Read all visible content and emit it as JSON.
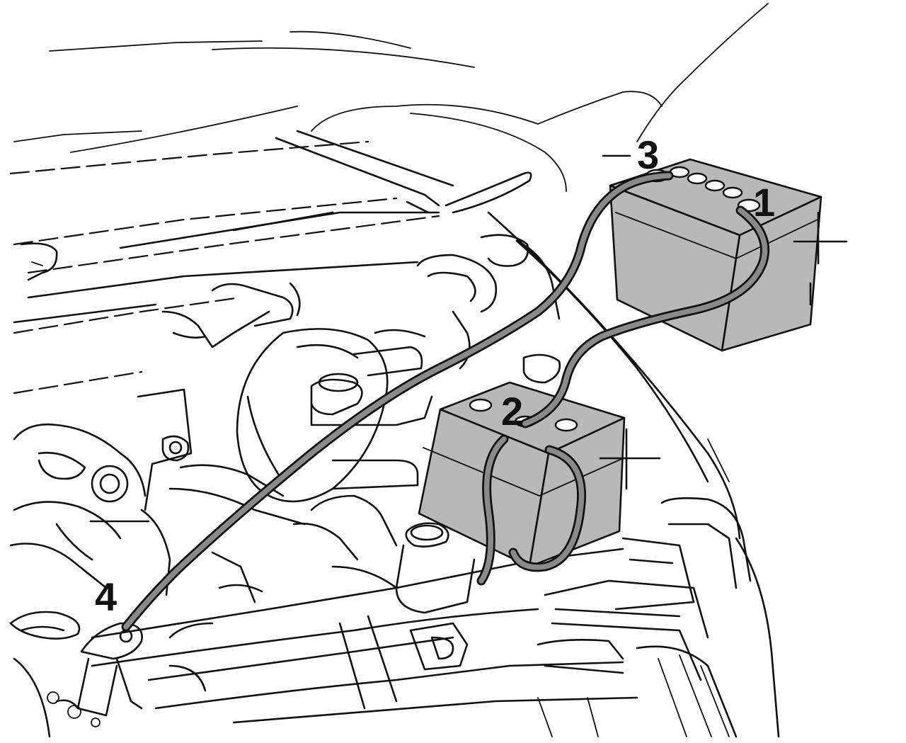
{
  "labels": {
    "terminal_1": "1",
    "terminal_2": "2",
    "terminal_3": "3",
    "terminal_4": "4",
    "upper_battery_plus": "+",
    "lower_battery_plus": "+",
    "upper_minus": "−",
    "ground_minus": "−"
  },
  "colors": {
    "battery_fill": "#b8b8b8",
    "cable_fill": "#8a8a8a",
    "line": "#111111",
    "background": "#ffffff"
  }
}
